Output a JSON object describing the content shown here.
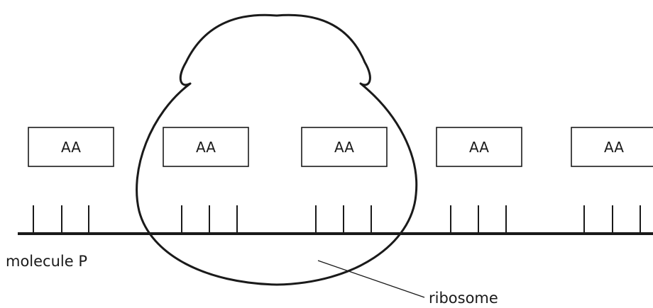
{
  "amino_acids": [
    {
      "label": "AA"
    },
    {
      "label": "AA"
    },
    {
      "label": "AA"
    },
    {
      "label": "AA"
    },
    {
      "label": "AA"
    }
  ],
  "labels": {
    "molecule": "molecule P",
    "ribosome": "ribosome"
  },
  "codon_count": 5,
  "colors": {
    "stroke": "#1a1a1a",
    "background": "#ffffff"
  }
}
